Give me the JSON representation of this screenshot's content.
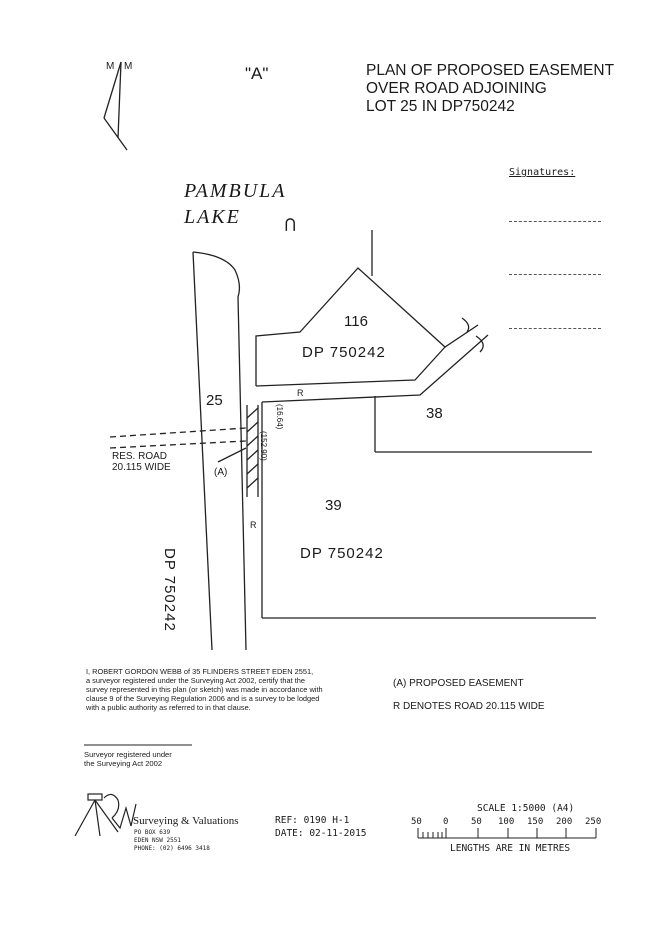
{
  "north": {
    "label_left": "M",
    "label_right": "M"
  },
  "sheet_id": "\"A\"",
  "title": [
    "PLAN OF PROPOSED EASEMENT",
    "OVER ROAD ADJOINING",
    "LOT 25 IN DP750242"
  ],
  "signatures_label": "Signatures:",
  "lake": [
    "PAMBULA",
    "LAKE"
  ],
  "water_symbol": "⊂",
  "lots": {
    "lot116": {
      "number": "116",
      "dp": "DP 750242"
    },
    "lot25": {
      "number": "25",
      "dp": "DP 750242"
    },
    "lot38": {
      "number": "38"
    },
    "lot39": {
      "number": "39",
      "dp": "DP 750242"
    }
  },
  "road": {
    "marker": "R",
    "reserve_label": [
      "RES. ROAD",
      "20.115 WIDE"
    ]
  },
  "easement_marker": "(A)",
  "dimensions": {
    "d1": "(16.64)",
    "d2": "(152.90)"
  },
  "certification": [
    "I, ROBERT GORDON WEBB of 35 FLINDERS STREET EDEN 2551,",
    "a surveyor registered under the Surveying Act 2002, certify that the",
    "survey represented in this plan (or sketch) was made in accordance with",
    "clause 9 of the Surveying Regulation 2006 and is a survey to be lodged",
    "with a public authority as referred to in that clause."
  ],
  "legend": [
    "(A)  PROPOSED EASEMENT",
    "R  DENOTES ROAD 20.115 WIDE"
  ],
  "surveyor_reg": [
    "Surveyor registered under",
    "the Surveying Act 2002"
  ],
  "company": {
    "name": "Surveying & Valuations",
    "address": [
      "PO BOX 639",
      "EDEN  NSW  2551",
      "PHONE: (02) 6496 3418"
    ]
  },
  "ref": "REF: 0190 H-1",
  "date": "DATE: 02-11-2015",
  "scale": {
    "title": "SCALE  1:5000 (A4)",
    "ticks": [
      "50",
      "0",
      "50",
      "100",
      "150",
      "200",
      "250"
    ],
    "caption": "LENGTHS ARE IN METRES"
  }
}
